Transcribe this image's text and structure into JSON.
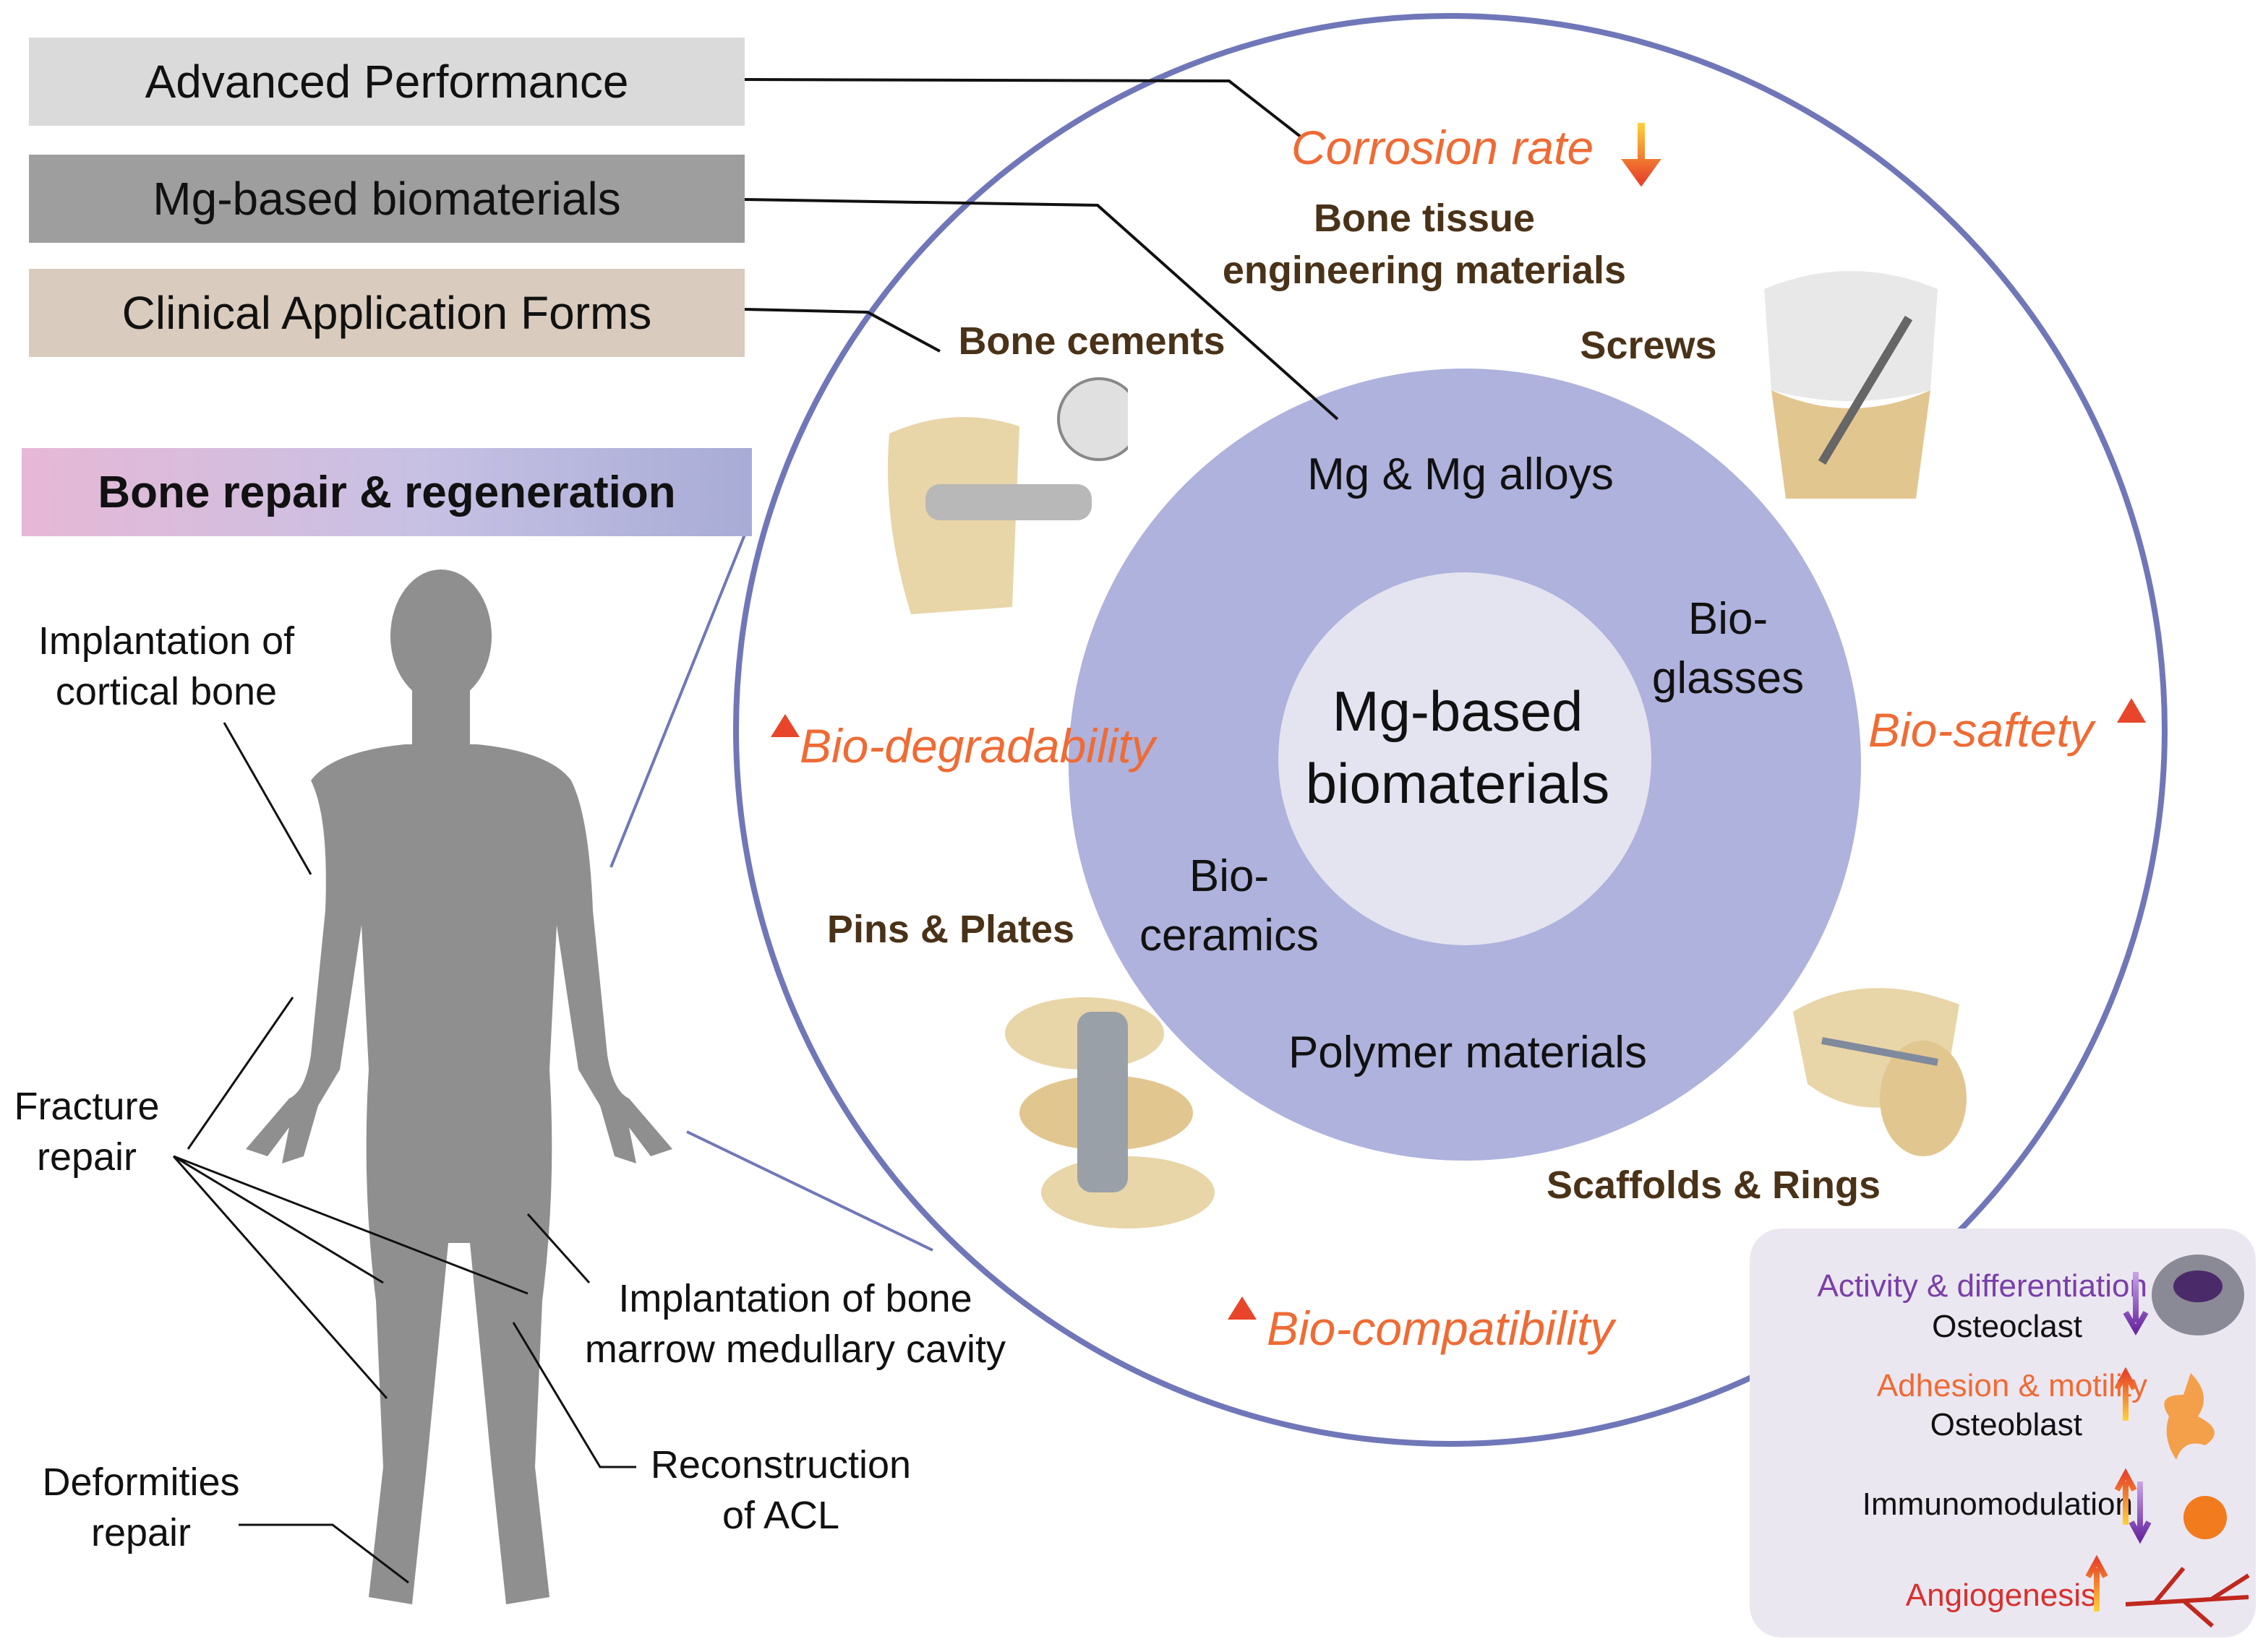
{
  "legend": {
    "advanced_performance": "Advanced Performance",
    "mg_based_biomaterials": "Mg-based biomaterials",
    "clinical_application_forms": "Clinical Application Forms",
    "bone_repair": "Bone repair & regeneration"
  },
  "body_labels": {
    "cortical_bone": "Implantation of\ncortical bone",
    "fracture_repair": "Fracture\nrepair",
    "marrow_cavity": "Implantation of bone\nmarrow medullary cavity",
    "acl": "Reconstruction\nof ACL",
    "deformities": "Deformities\nrepair"
  },
  "performance": {
    "corrosion_rate": "Corrosion rate",
    "bio_degradability": "Bio-degradability",
    "bio_safety": "Bio-saftety",
    "bio_compatibility": "Bio-compatibility"
  },
  "application_forms": {
    "bone_tissue": "Bone tissue\nengineering materials",
    "bone_cements": "Bone cements",
    "screws": "Screws",
    "pins_plates": "Pins & Plates",
    "scaffolds_rings": "Scaffolds & Rings"
  },
  "materials": {
    "mg_alloys": "Mg & Mg alloys",
    "bio_glasses": "Bio-\nglasses",
    "bio_ceramics": "Bio-\nceramics",
    "polymer": "Polymer materials",
    "center": "Mg-based\nbiomaterials"
  },
  "effects_panel": {
    "activity_differentiation": "Activity & differentiation",
    "osteoclast": "Osteoclast",
    "adhesion_motility": "Adhesion & motility",
    "osteoblast": "Osteoblast",
    "immunomodulation": "Immunomodulation",
    "angiogenesis": "Angiogenesis"
  },
  "colors": {
    "outer_ring": "#7077b8",
    "mid_disc": "#aeb2dc",
    "center_disc": "#e4e3f0",
    "orange_text": "#ef6b35",
    "brown_text": "#4a3218",
    "purple_text": "#7a3fa8",
    "red_text": "#d8302e",
    "body_silhouette": "#8f8f8f"
  }
}
